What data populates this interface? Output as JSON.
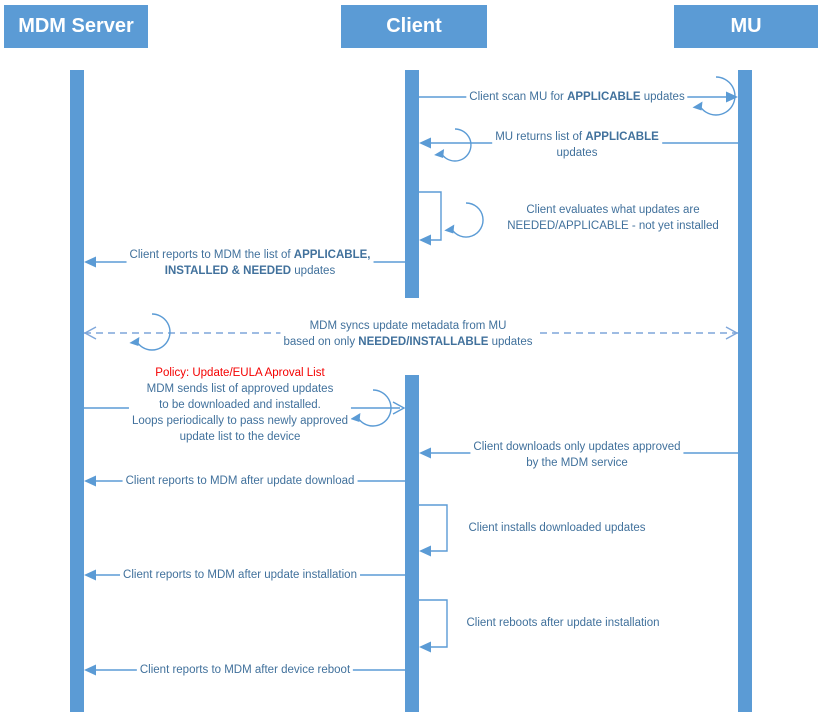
{
  "diagram_type": "sequence-diagram",
  "actors": [
    {
      "id": "mdm",
      "label": "MDM Server"
    },
    {
      "id": "client",
      "label": "Client"
    },
    {
      "id": "mu",
      "label": "MU"
    }
  ],
  "colors": {
    "actor_fill": "#5B9BD5",
    "actor_text": "#FFFFFF",
    "lifeline": "#5B9BD5",
    "line": "#5B9BD5",
    "dashed_line": "#7EA6DA",
    "label_text": "#41719C",
    "policy_red": "#F40000"
  },
  "messages": [
    {
      "id": "m1",
      "from": "client",
      "to": "mu",
      "style": "solid",
      "loop_icon": true,
      "lines": [
        [
          {
            "t": "Client scan MU for "
          },
          {
            "t": "APPLICABLE",
            "bold": true
          },
          {
            "t": " updates"
          }
        ]
      ]
    },
    {
      "id": "m2",
      "from": "mu",
      "to": "client",
      "style": "solid",
      "loop_icon": true,
      "lines": [
        [
          {
            "t": "MU returns list of "
          },
          {
            "t": "APPLICABLE",
            "bold": true
          }
        ],
        [
          {
            "t": "updates"
          }
        ]
      ]
    },
    {
      "id": "m3",
      "from": "client",
      "to": "client",
      "style": "self",
      "loop_icon": true,
      "lines": [
        [
          {
            "t": "Client evaluates what updates are"
          }
        ],
        [
          {
            "t": "NEEDED/APPLICABLE - not yet installed"
          }
        ]
      ]
    },
    {
      "id": "m4",
      "from": "client",
      "to": "mdm",
      "style": "solid",
      "loop_icon": false,
      "lines": [
        [
          {
            "t": "Client reports to MDM the list of "
          },
          {
            "t": "APPLICABLE,",
            "bold": true
          }
        ],
        [
          {
            "t": "INSTALLED & NEEDED",
            "bold": true
          },
          {
            "t": " updates"
          }
        ]
      ]
    },
    {
      "id": "m5",
      "from": "mdm",
      "to": "mu",
      "style": "dashed-bidirectional",
      "loop_icon": true,
      "lines": [
        [
          {
            "t": "MDM syncs update metadata from MU"
          }
        ],
        [
          {
            "t": "based on only "
          },
          {
            "t": "NEEDED/INSTALLABLE",
            "bold": true
          },
          {
            "t": " updates"
          }
        ]
      ]
    },
    {
      "id": "m6",
      "from": "mdm",
      "to": "client",
      "style": "solid-open-head",
      "loop_icon": true,
      "lines": [
        [
          {
            "t": "Policy: Update/EULA Aproval List",
            "red": true
          }
        ],
        [
          {
            "t": "MDM sends list of approved updates"
          }
        ],
        [
          {
            "t": "to be downloaded and installed."
          }
        ],
        [
          {
            "t": "Loops periodically to pass newly approved"
          }
        ],
        [
          {
            "t": "update list to the device"
          }
        ]
      ]
    },
    {
      "id": "m7",
      "from": "mu",
      "to": "client",
      "style": "solid",
      "loop_icon": false,
      "lines": [
        [
          {
            "t": "Client downloads only updates approved"
          }
        ],
        [
          {
            "t": "by the MDM service"
          }
        ]
      ]
    },
    {
      "id": "m8",
      "from": "client",
      "to": "mdm",
      "style": "solid",
      "loop_icon": false,
      "lines": [
        [
          {
            "t": "Client reports to MDM after update download"
          }
        ]
      ]
    },
    {
      "id": "m9",
      "from": "client",
      "to": "client",
      "style": "self",
      "loop_icon": false,
      "lines": [
        [
          {
            "t": "Client installs downloaded updates"
          }
        ]
      ]
    },
    {
      "id": "m10",
      "from": "client",
      "to": "mdm",
      "style": "solid",
      "loop_icon": false,
      "lines": [
        [
          {
            "t": "Client reports to MDM after update installation"
          }
        ]
      ]
    },
    {
      "id": "m11",
      "from": "client",
      "to": "client",
      "style": "self",
      "loop_icon": false,
      "lines": [
        [
          {
            "t": "Client reboots after update installation"
          }
        ]
      ]
    },
    {
      "id": "m12",
      "from": "client",
      "to": "mdm",
      "style": "solid",
      "loop_icon": false,
      "lines": [
        [
          {
            "t": "Client reports to MDM after device reboot"
          }
        ]
      ]
    }
  ]
}
